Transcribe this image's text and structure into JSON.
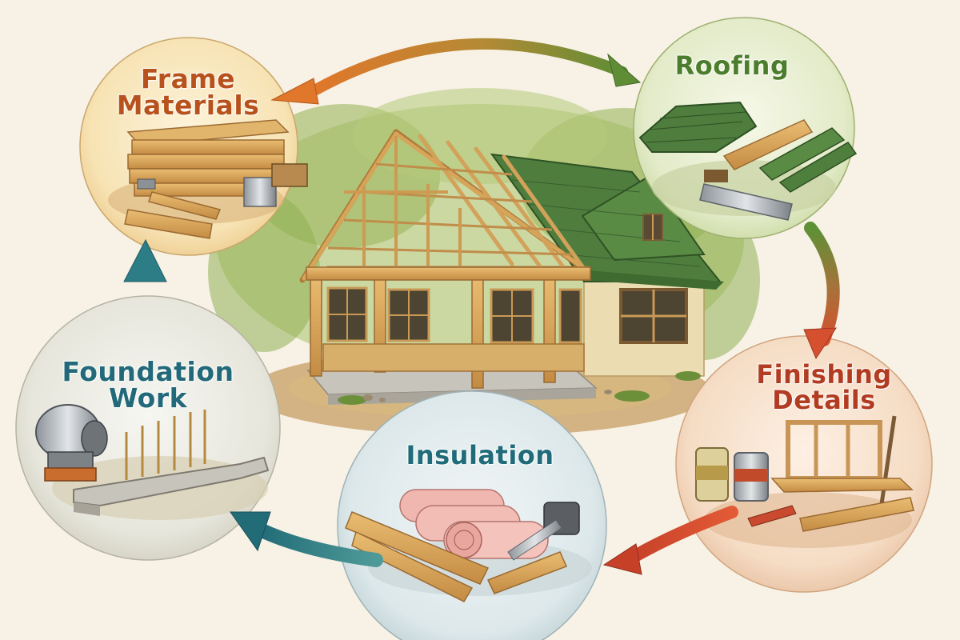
{
  "stages": {
    "frame": {
      "line1": "Frame",
      "line2": "Materials",
      "icon": "lumber-stack-icon"
    },
    "roofing": {
      "line1": "Roofing",
      "icon": "roof-shingles-icon"
    },
    "finishing": {
      "line1": "Finishing",
      "line2": "Details",
      "icon": "paint-cans-icon"
    },
    "insulation": {
      "line1": "Insulation",
      "icon": "insulation-rolls-icon"
    },
    "foundation": {
      "line1": "Foundation",
      "line2": "Work",
      "icon": "cement-mixer-icon"
    }
  },
  "colors": {
    "frame": "#b8521c",
    "roofing": "#4c7d2c",
    "finishing": "#b23c22",
    "insulation": "#1f6b7a",
    "foundation": "#22697a",
    "roof_green": "#4e7d3e",
    "timber": "#d7a55a",
    "background": "#f7f1e6"
  },
  "center": {
    "icon": "house-under-construction-icon"
  }
}
